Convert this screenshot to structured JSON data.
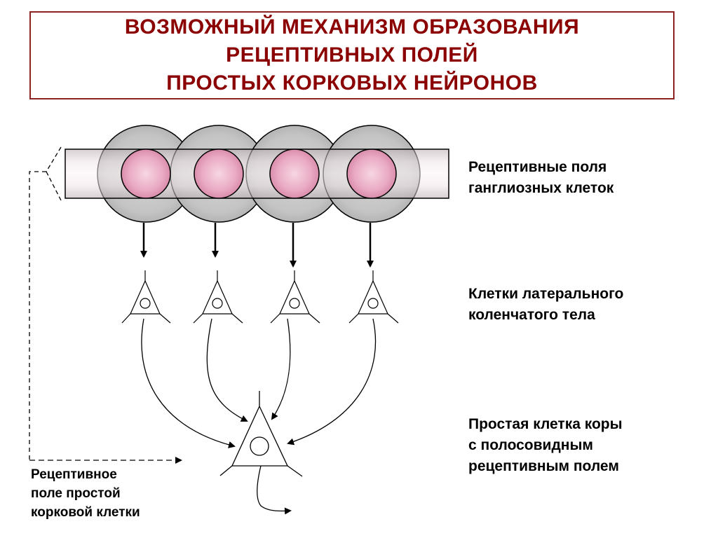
{
  "title": {
    "lines": [
      "ВОЗМОЖНЫЙ МЕХАНИЗМ ОБРАЗОВАНИЯ",
      "РЕЦЕПТИВНЫХ ПОЛЕЙ",
      "ПРОСТЫХ КОРКОВЫХ НЕЙРОНОВ"
    ]
  },
  "labels": {
    "ganglion": [
      "Рецептивные поля",
      "ганглиозных клеток"
    ],
    "lgn": [
      "Клетки латерального",
      "коленчатого тела"
    ],
    "simple_cell": [
      "Простая клетка коры",
      "с полосовидным",
      "рецептивным полем"
    ],
    "receptive_field": [
      "Рецептивное",
      "поле простой",
      "корковой клетки"
    ]
  },
  "colors": {
    "title": "#8b0000",
    "title_border": "#8b2323",
    "surround": "#c0c0c0",
    "center": "#e8a6c0",
    "bar": "#e8d8dc"
  }
}
